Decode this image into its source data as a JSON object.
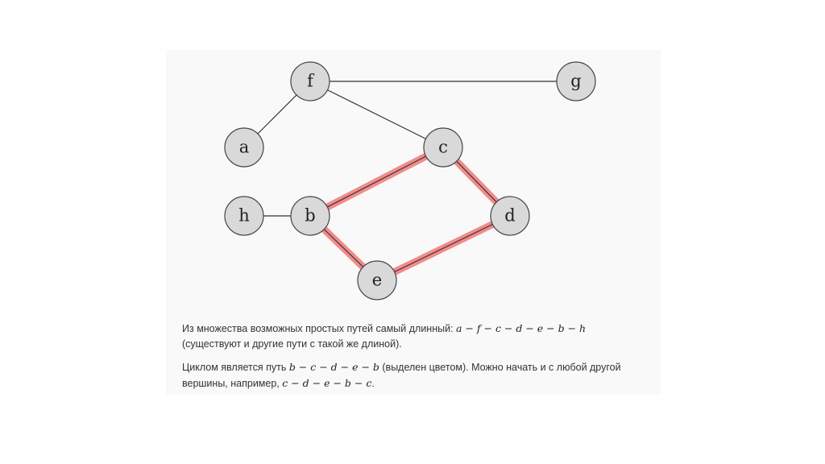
{
  "graph": {
    "highlight_color": "#f28b8b",
    "node_fill": "#d9d9d9",
    "nodes": [
      {
        "id": "f",
        "label": "f"
      },
      {
        "id": "g",
        "label": "g"
      },
      {
        "id": "a",
        "label": "a"
      },
      {
        "id": "c",
        "label": "c"
      },
      {
        "id": "h",
        "label": "h"
      },
      {
        "id": "b",
        "label": "b"
      },
      {
        "id": "d",
        "label": "d"
      },
      {
        "id": "e",
        "label": "e"
      }
    ],
    "edges": [
      {
        "from": "f",
        "to": "g",
        "highlighted": false
      },
      {
        "from": "f",
        "to": "a",
        "highlighted": false
      },
      {
        "from": "f",
        "to": "c",
        "highlighted": false
      },
      {
        "from": "h",
        "to": "b",
        "highlighted": false
      },
      {
        "from": "b",
        "to": "c",
        "highlighted": true
      },
      {
        "from": "c",
        "to": "d",
        "highlighted": true
      },
      {
        "from": "d",
        "to": "e",
        "highlighted": true
      },
      {
        "from": "e",
        "to": "b",
        "highlighted": true
      }
    ]
  },
  "caption": {
    "p1_text": "Из множества возможных простых путей самый длинный: ",
    "p1_math": "a − f − c − d − e − b − h",
    "p1_tail": "(существуют и другие пути с такой же длиной).",
    "p2_text": "Циклом является путь ",
    "p2_math": "b − c − d − e − b",
    "p2_mid": " (выделен цветом). Можно начать и с любой другой вершины, например, ",
    "p2_math2": "c − d − e − b − c",
    "p2_end": "."
  }
}
